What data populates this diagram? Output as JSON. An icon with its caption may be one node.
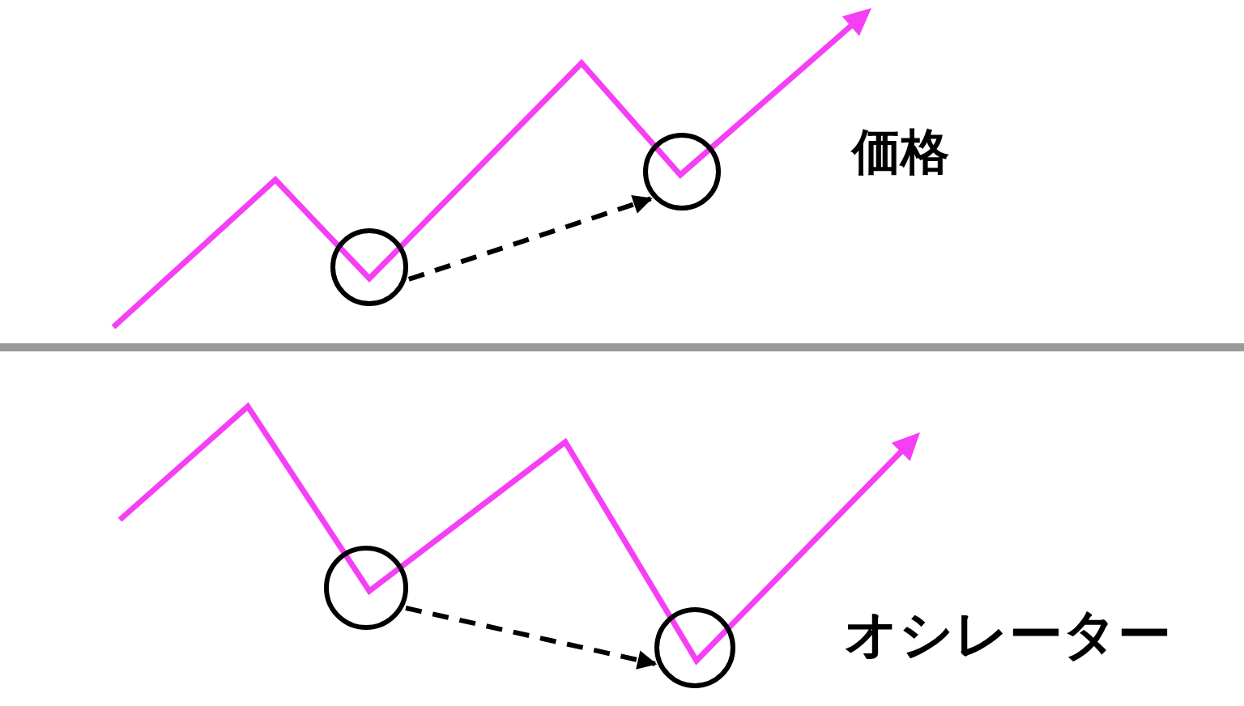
{
  "diagram": {
    "nodes": [
      {
        "text": [],
        "shape": "circle"
      },
      {
        "text": [],
        "shape": "circle"
      },
      {
        "text": [],
        "shape": "circle"
      },
      {
        "text": [],
        "shape": "circle"
      }
    ],
    "edges": [
      {
        "from": 0,
        "to": 1,
        "arrow": "to",
        "style": "dashed"
      },
      {
        "from": 2,
        "to": 3,
        "arrow": "to",
        "style": "dashed"
      }
    ],
    "labels": [
      "価格",
      "オシレーター"
    ]
  }
}
